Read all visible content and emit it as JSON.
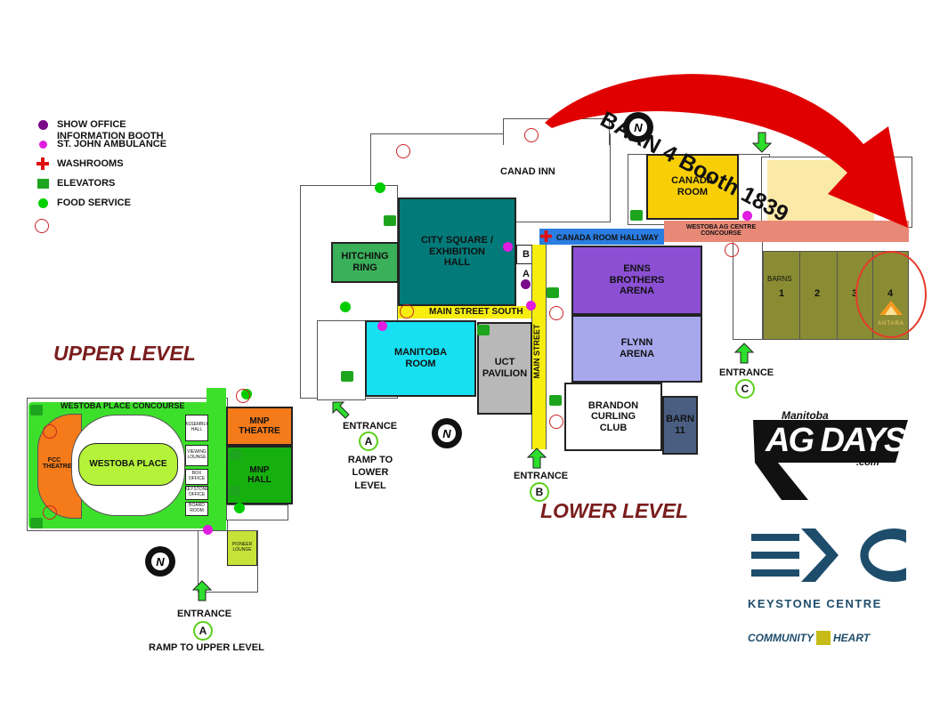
{
  "legend": [
    {
      "icon": "purple-dot-icon",
      "label": "SHOW OFFICE",
      "color": "#7a0a8a"
    },
    {
      "icon": "",
      "label": "INFORMATION BOOTH",
      "color": ""
    },
    {
      "icon": "info-icon",
      "label": "ST. JOHN AMBULANCE",
      "color": "#e01ce0"
    },
    {
      "icon": "red-cross-icon",
      "label": "WASHROOMS",
      "color": "#e01010"
    },
    {
      "icon": "elevator-icon",
      "label": "ELEVATORS",
      "color": "#1ea51e"
    },
    {
      "icon": "green-dot-icon",
      "label": "FOOD SERVICE",
      "color": "#00d000"
    }
  ],
  "callout": {
    "text": "BARN 4 Booth 1839",
    "color": "#e00000"
  },
  "levels": {
    "upper": "UPPER LEVEL",
    "lower": "LOWER LEVEL"
  },
  "rooms": {
    "canad_inn": "CANAD INN",
    "canada_room": "CANADA ROOM",
    "hitching_ring": "HITCHING RING",
    "city_square": "CITY SQUARE / EXHIBITION HALL",
    "canada_room_hallway": "CANADA ROOM HALLWAY",
    "westoba_ag_centre": "WESTOBA AG CENTRE CONCOURSE",
    "enns_brothers": "ENNS BROTHERS ARENA",
    "main_street_south": "MAIN STREET SOUTH",
    "main_street": "MAIN STREET",
    "manitoba_room": "MANITOBA ROOM",
    "uct_pavilion": "UCT PAVILION",
    "flynn_arena": "FLYNN ARENA",
    "brandon_curling": "BRANDON CURLING CLUB",
    "barn_11": "BARN 11",
    "barns": "BARNS",
    "barn_numbers": [
      "1",
      "2",
      "3",
      "4"
    ],
    "room_b": "B",
    "room_a": "A",
    "westoba_place_concourse": "WESTOBA PLACE CONCOURSE",
    "fcc_theatre": "FCC THEATRE",
    "westoba_place": "WESTOBA PLACE",
    "mnp_theatre": "MNP THEATRE",
    "mnp_hall": "MNP HALL",
    "assembly_hall": "ASSEMBLY HALL",
    "viewing_lounge": "VIEWING LOUNGE",
    "box_office": "BOX OFFICE",
    "keystone_office": "KEYSTONE OFFICE",
    "board_room": "BOARD ROOM",
    "pioneer_lounge": "PIONEER LOUNGE"
  },
  "entrances": {
    "label": "ENTRANCE",
    "a": "A",
    "b": "B",
    "c": "C",
    "ramp_lower": "RAMP TO LOWER LEVEL",
    "ramp_upper": "RAMP TO UPPER LEVEL"
  },
  "north": "N",
  "logos": {
    "agdays_top": "Manitoba",
    "agdays_main": "AG DAYS",
    "agdays_suffix": ".com",
    "keystone": "KEYSTONE CENTRE",
    "community_a": "COMMUNITY",
    "community_b": "HEART",
    "antara": "ANTARA"
  }
}
